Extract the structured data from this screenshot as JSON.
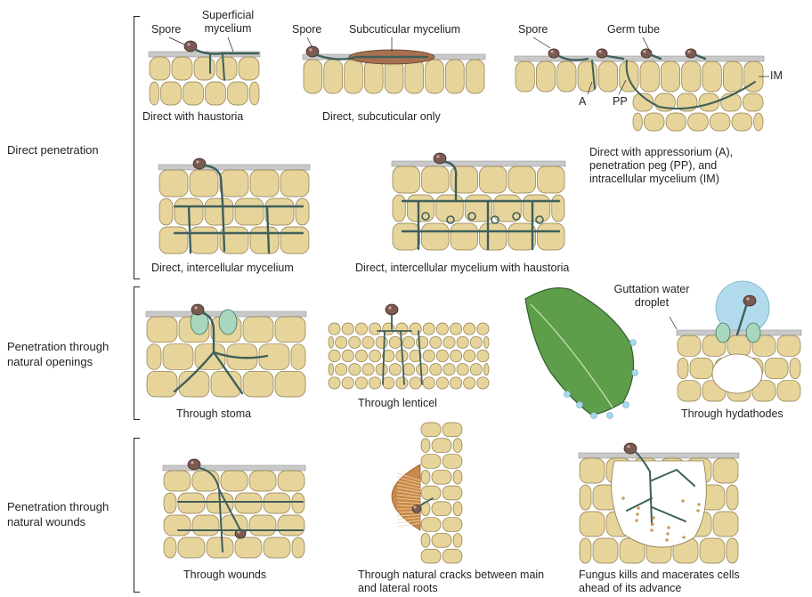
{
  "sections": [
    {
      "label": "Direct penetration"
    },
    {
      "label": "Penetration through natural openings"
    },
    {
      "label": "Penetration through natural wounds"
    }
  ],
  "annotations": {
    "spore_1": "Spore",
    "superficial_mycelium": "Superficial mycelium",
    "spore_2": "Spore",
    "subcuticular_mycelium": "Subcuticular mycelium",
    "spore_3": "Spore",
    "germ_tube": "Germ tube",
    "im": "IM",
    "a": "A",
    "pp": "PP",
    "guttation": "Guttation water droplet"
  },
  "captions": {
    "haustoria": "Direct with haustoria",
    "subcuticular_only": "Direct, subcuticular only",
    "appressorium": "Direct with appressorium (A), penetration peg (PP), and intracellular mycelium (IM)",
    "intercellular": "Direct, intercellular mycelium",
    "intercellular_haustoria": "Direct, intercellular mycelium with haustoria",
    "stoma": "Through stoma",
    "lenticel": "Through lenticel",
    "hydathodes": "Through hydathodes",
    "wounds": "Through wounds",
    "cracks": "Through natural cracks between main and lateral roots",
    "macerates": "Fungus kills and macerates cells ahead of its advance"
  },
  "colors": {
    "cell_fill": "#e6d49a",
    "cell_stroke": "#8c7a4a",
    "cuticle": "#c9c9c9",
    "hypha": "#3f5f5a",
    "spore": "#7a5a52",
    "guard_cell": "#a9d6bf",
    "leaf": "#5e9e4a",
    "droplet": "#a9d8ec",
    "lesion": "#c9894a"
  }
}
